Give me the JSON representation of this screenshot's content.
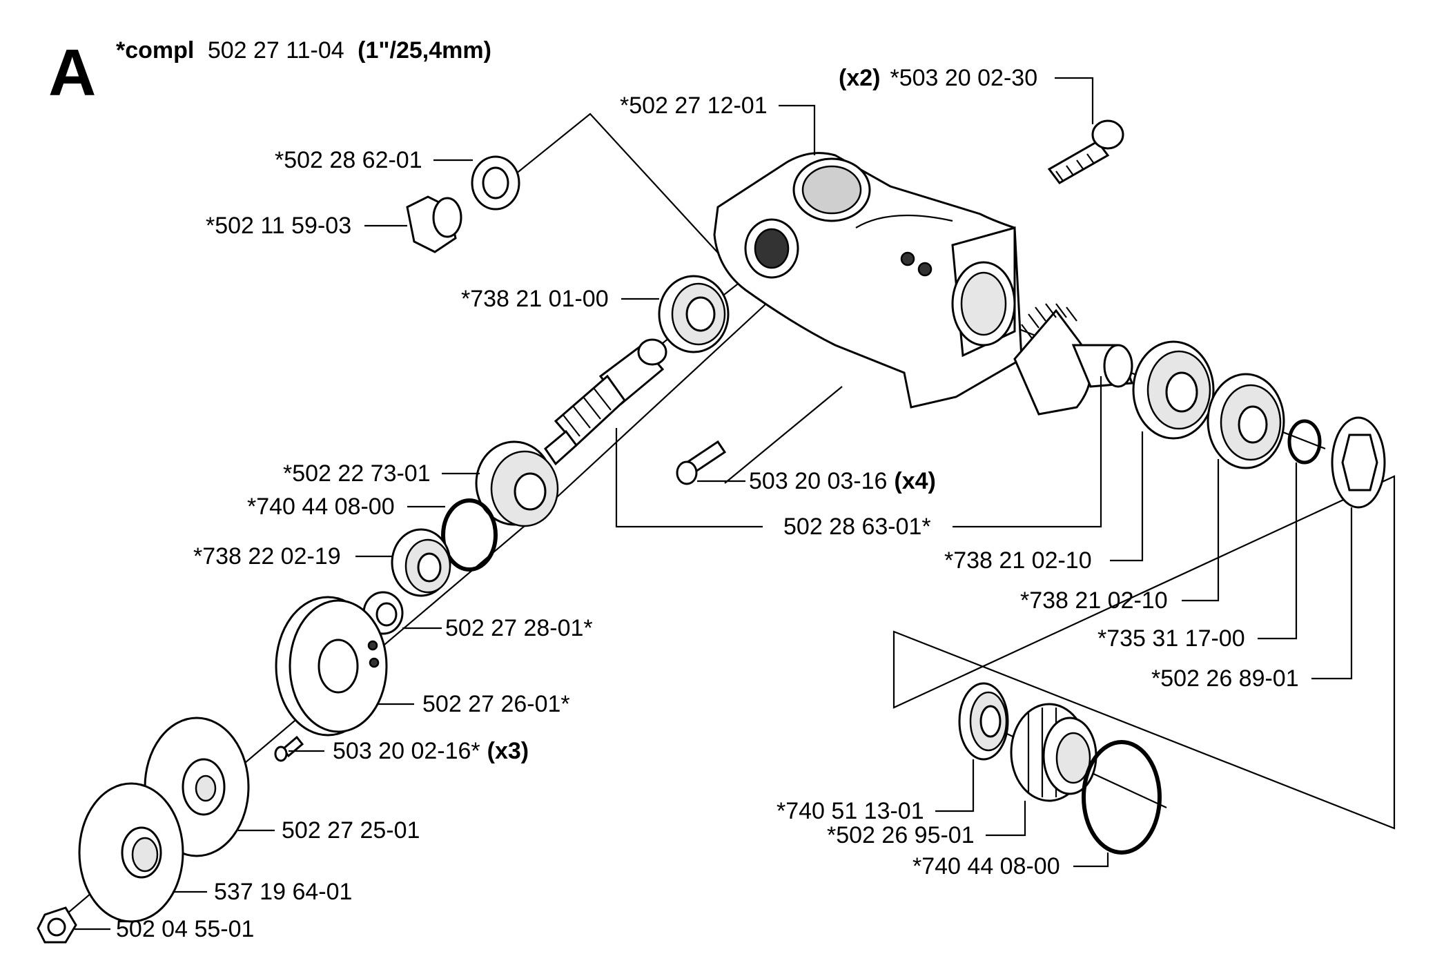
{
  "header": {
    "section_letter": "A",
    "compl_prefix": "*compl",
    "compl_number": "502 27 11-04",
    "compl_size": "(1\"/25,4mm)"
  },
  "parts": [
    {
      "id": "p01",
      "number": "*503 20 02-30",
      "qty": "(x2)"
    },
    {
      "id": "p02",
      "number": "*502 27 12-01",
      "qty": ""
    },
    {
      "id": "p03",
      "number": "*502 28 62-01",
      "qty": ""
    },
    {
      "id": "p04",
      "number": "*502 11 59-03",
      "qty": ""
    },
    {
      "id": "p05",
      "number": "*738 21 01-00",
      "qty": ""
    },
    {
      "id": "p06",
      "number": "*502 22 73-01",
      "qty": ""
    },
    {
      "id": "p07",
      "number": "503 20 03-16",
      "qty": "(x4)"
    },
    {
      "id": "p08",
      "number": "*740 44 08-00",
      "qty": ""
    },
    {
      "id": "p09",
      "number": "502 28 63-01*",
      "qty": ""
    },
    {
      "id": "p10",
      "number": "*738 22 02-19",
      "qty": ""
    },
    {
      "id": "p11",
      "number": "*738 21 02-10",
      "qty": ""
    },
    {
      "id": "p12",
      "number": "*738 21 02-10",
      "qty": ""
    },
    {
      "id": "p13",
      "number": "502 27 28-01*",
      "qty": ""
    },
    {
      "id": "p14",
      "number": "*735 31 17-00",
      "qty": ""
    },
    {
      "id": "p15",
      "number": "*502 26 89-01",
      "qty": ""
    },
    {
      "id": "p16",
      "number": "502 27 26-01*",
      "qty": ""
    },
    {
      "id": "p17",
      "number": "503 20 02-16*",
      "qty": "(x3)"
    },
    {
      "id": "p18",
      "number": "*740 51 13-01",
      "qty": ""
    },
    {
      "id": "p19",
      "number": "*502 26 95-01",
      "qty": ""
    },
    {
      "id": "p20",
      "number": "502 27 25-01",
      "qty": ""
    },
    {
      "id": "p21",
      "number": "*740 44 08-00",
      "qty": ""
    },
    {
      "id": "p22",
      "number": "537 19 64-01",
      "qty": ""
    },
    {
      "id": "p23",
      "number": "502 04 55-01",
      "qty": ""
    }
  ]
}
